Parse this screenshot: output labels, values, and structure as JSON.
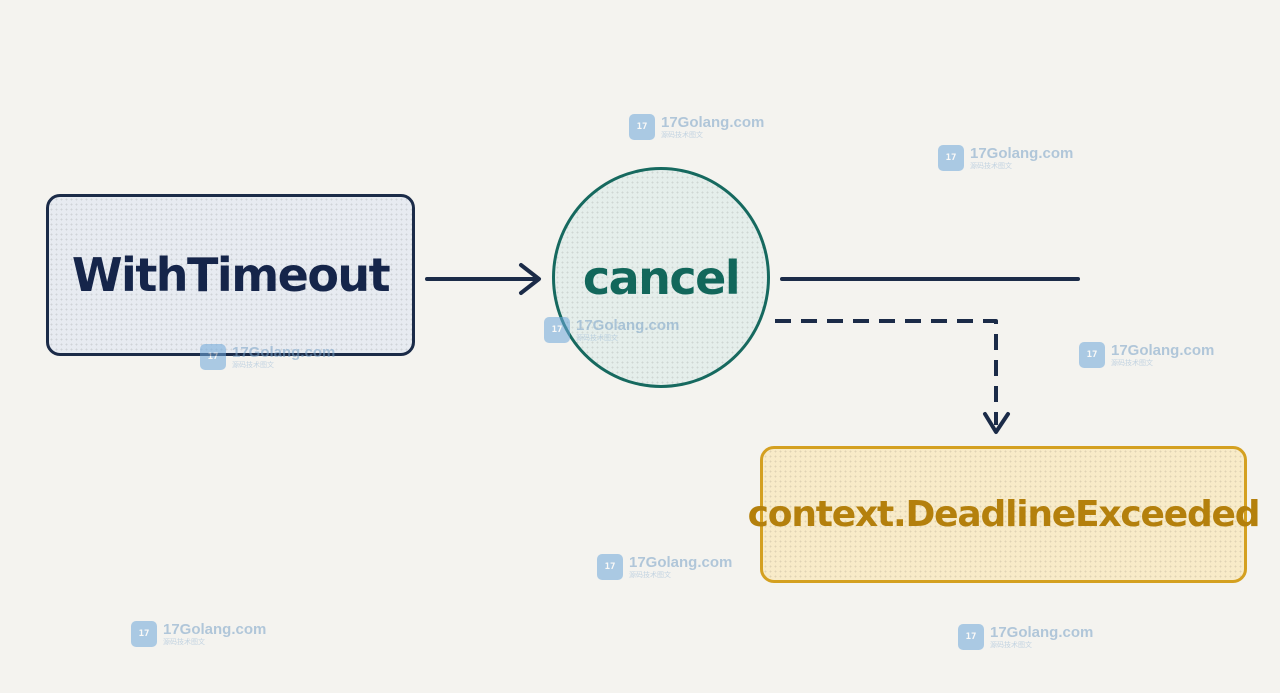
{
  "diagram": {
    "nodes": [
      {
        "id": "with-timeout",
        "label": "WithTimeout",
        "shape": "rounded-rectangle",
        "color": "#15254a"
      },
      {
        "id": "cancel",
        "label": "cancel",
        "shape": "circle",
        "color": "#12675b"
      },
      {
        "id": "deadline-exceeded",
        "label": "context.DeadlineExceeded",
        "shape": "rounded-rectangle",
        "color": "#b4800c"
      }
    ],
    "edges": [
      {
        "from": "with-timeout",
        "to": "cancel",
        "style": "solid-arrow"
      },
      {
        "from": "cancel",
        "to": "",
        "style": "solid-line"
      },
      {
        "from": "cancel",
        "to": "deadline-exceeded",
        "style": "dashed-arrow"
      }
    ]
  },
  "watermark": {
    "site": "17Golang.com",
    "sub": "源码技术图文",
    "icon": "17golang-logo-icon"
  }
}
